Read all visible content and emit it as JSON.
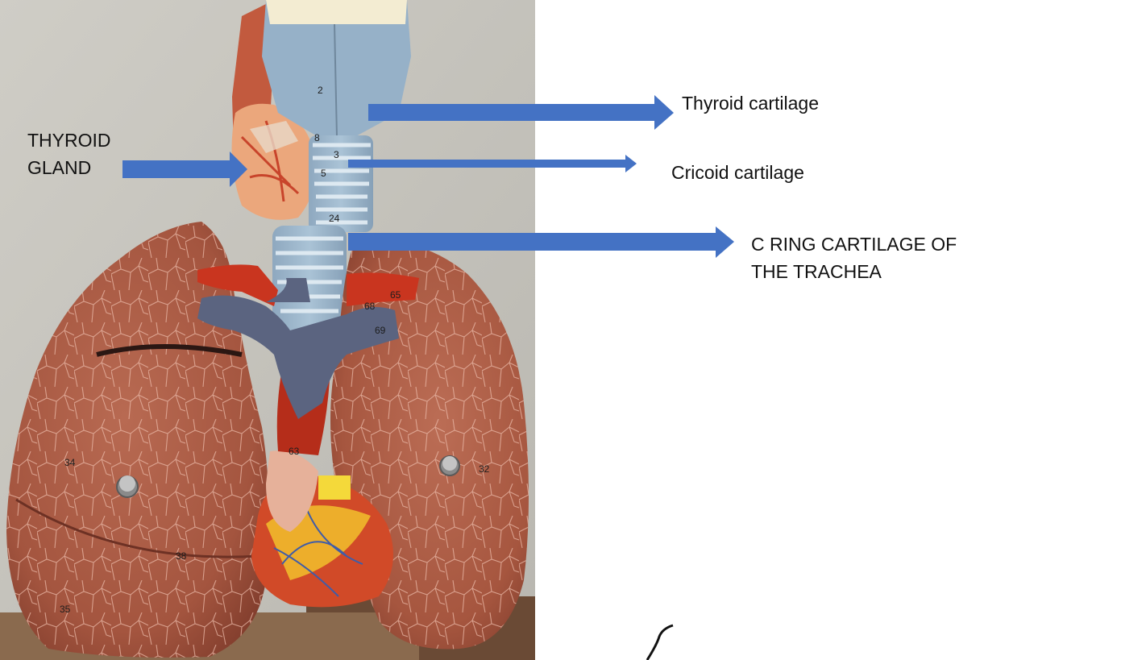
{
  "labels": {
    "thyroid_gland": [
      "THYROID",
      "GLAND"
    ],
    "thyroid_cartilage": "Thyroid cartilage",
    "cricoid_cartilage": "Cricoid cartilage",
    "c_ring_cartilage": [
      "C RING CARTILAGE OF",
      "THE TRACHEA"
    ]
  },
  "model_numbers": [
    "2",
    "8",
    "3",
    "5",
    "24",
    "65",
    "68",
    "69",
    "63",
    "34",
    "32",
    "38",
    "35"
  ],
  "colors": {
    "arrow": "#4472c4",
    "background": "#ffffff",
    "lung": "#a85a45",
    "trachea": "#9fb9cf",
    "thyroid": "#e9a67a",
    "vein": "#5b6480",
    "artery": "#c9351f"
  }
}
